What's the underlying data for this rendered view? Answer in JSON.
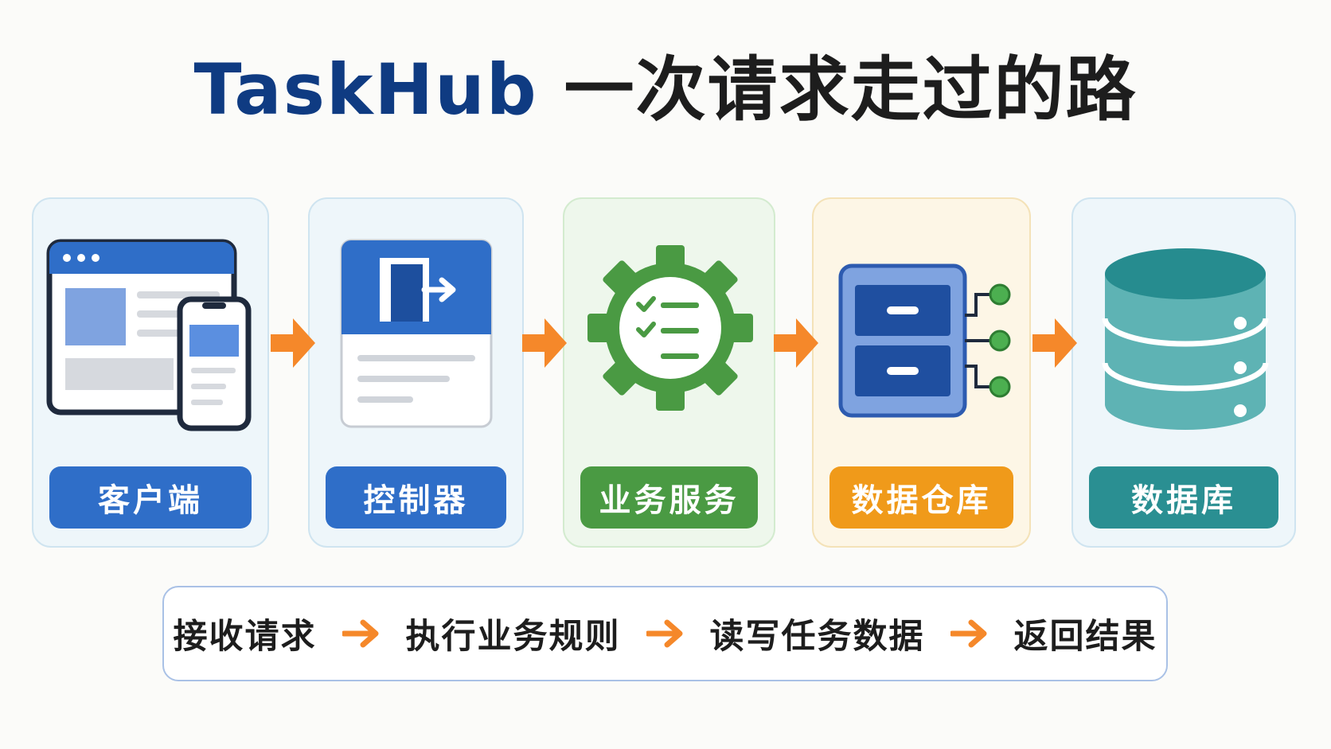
{
  "title": {
    "brand": "TaskHub",
    "rest": "一次请求走过的路"
  },
  "components": [
    {
      "label": "客户端",
      "color": "#2f6ec8",
      "icon": "browser-and-phone-icon"
    },
    {
      "label": "控制器",
      "color": "#2f6ec8",
      "icon": "controller-door-icon"
    },
    {
      "label": "业务服务",
      "color": "#4a9a43",
      "icon": "gear-checklist-icon"
    },
    {
      "label": "数据仓库",
      "color": "#f09a1a",
      "icon": "file-cabinet-icon"
    },
    {
      "label": "数据库",
      "color": "#2a8f92",
      "icon": "database-icon"
    }
  ],
  "flow_steps": [
    "接收请求",
    "执行业务规则",
    "读写任务数据",
    "返回结果"
  ],
  "colors": {
    "arrow": "#f5882a",
    "title_brand": "#0f3b82"
  }
}
